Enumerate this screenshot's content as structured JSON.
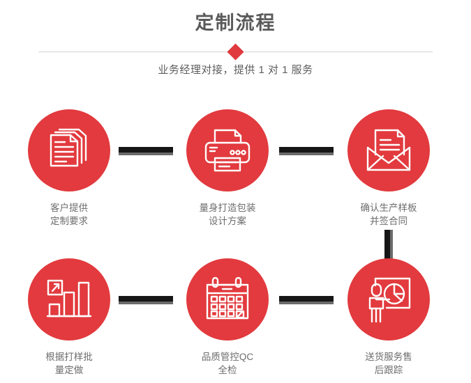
{
  "header": {
    "title": "定制流程",
    "subtitle": "业务经理对接，提供 1 对 1 服务",
    "diamond_icon": "diamond-marker",
    "accent_color": "#e23a3e",
    "title_color": "#5a5a5a",
    "divider_color": "#d4d4d4"
  },
  "flow": {
    "connector_color": "#161616",
    "connector_shadow_color": "#6b6b6b",
    "steps": [
      {
        "index": 1,
        "icon": "documents-stack-icon",
        "label": "客户提供\n定制要求"
      },
      {
        "index": 2,
        "icon": "printer-icon",
        "label": "量身打造包装\n设计方案"
      },
      {
        "index": 3,
        "icon": "envelope-letter-icon",
        "label": "确认生产样板\n并签合同"
      },
      {
        "index": 4,
        "icon": "bar-chart-growth-icon",
        "label": "根据打样批\n量定做"
      },
      {
        "index": 5,
        "icon": "calendar-check-icon",
        "label": "品质管控QC\n全检"
      },
      {
        "index": 6,
        "icon": "presenter-pie-chart-icon",
        "label": "送货服务售\n后跟踪"
      }
    ]
  }
}
